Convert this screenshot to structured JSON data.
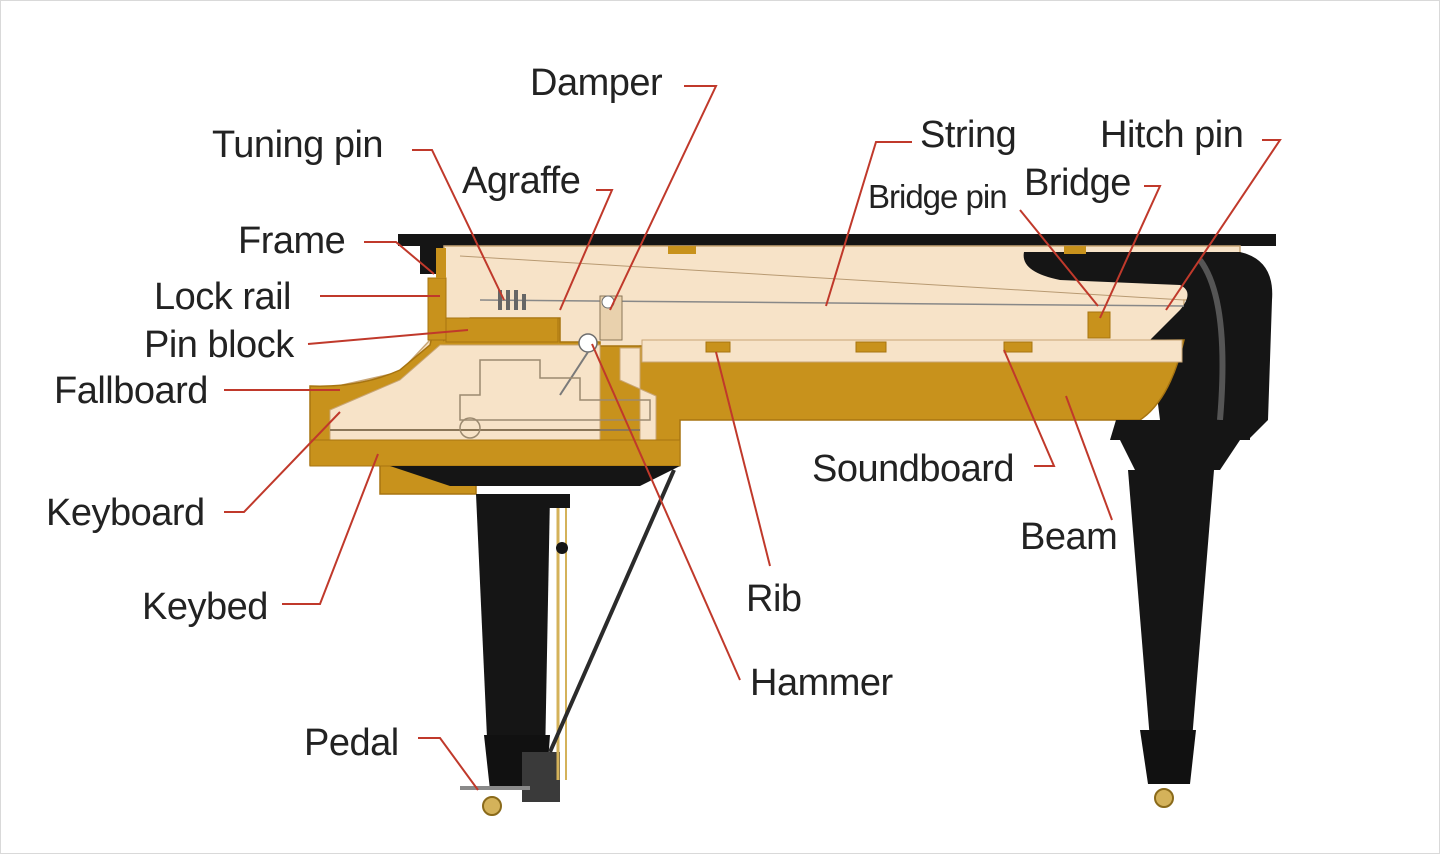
{
  "colors": {
    "leader": "#c0392b",
    "wood": "#c8921c",
    "wood_dark": "#a77410",
    "interior": "#f7e3c8",
    "black": "#151515",
    "grey": "#8a8a8a",
    "brass": "#d4b25a"
  },
  "labels": {
    "damper": "Damper",
    "tuning_pin": "Tuning pin",
    "agraffe": "Agraffe",
    "string": "String",
    "hitch_pin": "Hitch pin",
    "bridge_pin": "Bridge pin",
    "bridge": "Bridge",
    "frame": "Frame",
    "lock_rail": "Lock rail",
    "pin_block": "Pin block",
    "fallboard": "Fallboard",
    "soundboard": "Soundboard",
    "keyboard": "Keyboard",
    "beam": "Beam",
    "keybed": "Keybed",
    "rib": "Rib",
    "hammer": "Hammer",
    "pedal": "Pedal"
  }
}
